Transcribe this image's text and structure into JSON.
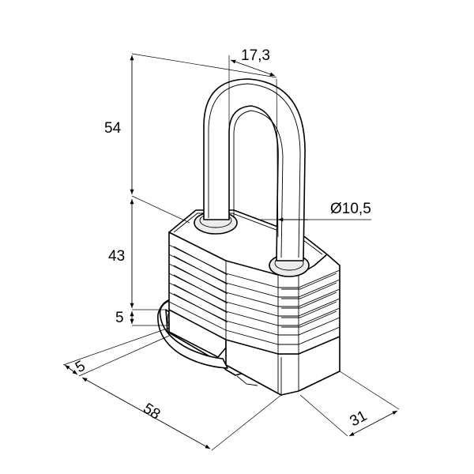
{
  "dimensions": {
    "shackle_clearance": "17,3",
    "shackle_diameter": "Ø10,5",
    "shackle_height": "54",
    "body_height": "43",
    "bumper_height": "5",
    "bumper_depth": "5",
    "body_width": "58",
    "body_depth": "31"
  },
  "colors": {
    "line": "#000000",
    "background": "#ffffff"
  }
}
